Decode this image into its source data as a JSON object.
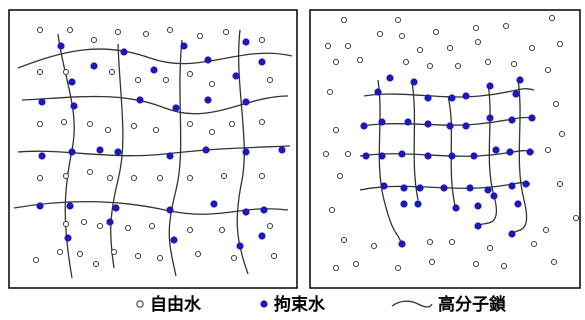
{
  "legend": {
    "free_water": "自由水",
    "bound_water": "拘束水",
    "polymer_chain": "高分子鎖"
  },
  "colors": {
    "bound_water": "#1a1ab8",
    "free_water_stroke": "#333333",
    "chain": "#333333"
  }
}
